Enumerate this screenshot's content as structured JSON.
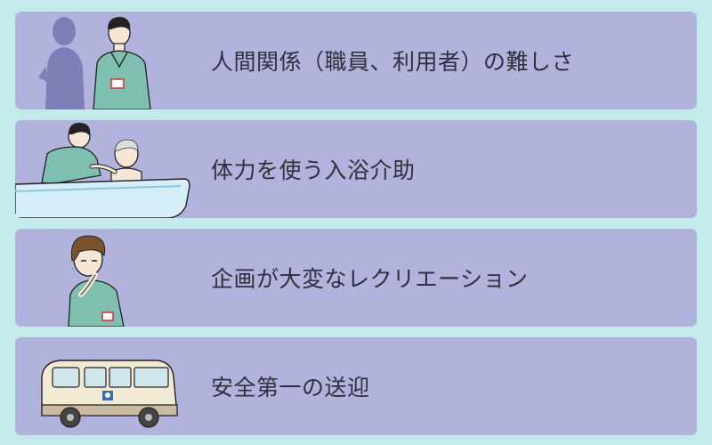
{
  "items": [
    {
      "label": "人間関係（職員、利用者）の難しさ",
      "icon": "coworkers-icon"
    },
    {
      "label": "体力を使う入浴介助",
      "icon": "bathing-assist-icon"
    },
    {
      "label": "企画が大変なレクリエーション",
      "icon": "thinking-caregiver-icon"
    },
    {
      "label": "安全第一の送迎",
      "icon": "welfare-van-icon"
    }
  ],
  "colors": {
    "background": "#c3ebeb",
    "card": "#b2b3dc",
    "text": "#2f2f3d",
    "uniform": "#7fbfb0"
  }
}
